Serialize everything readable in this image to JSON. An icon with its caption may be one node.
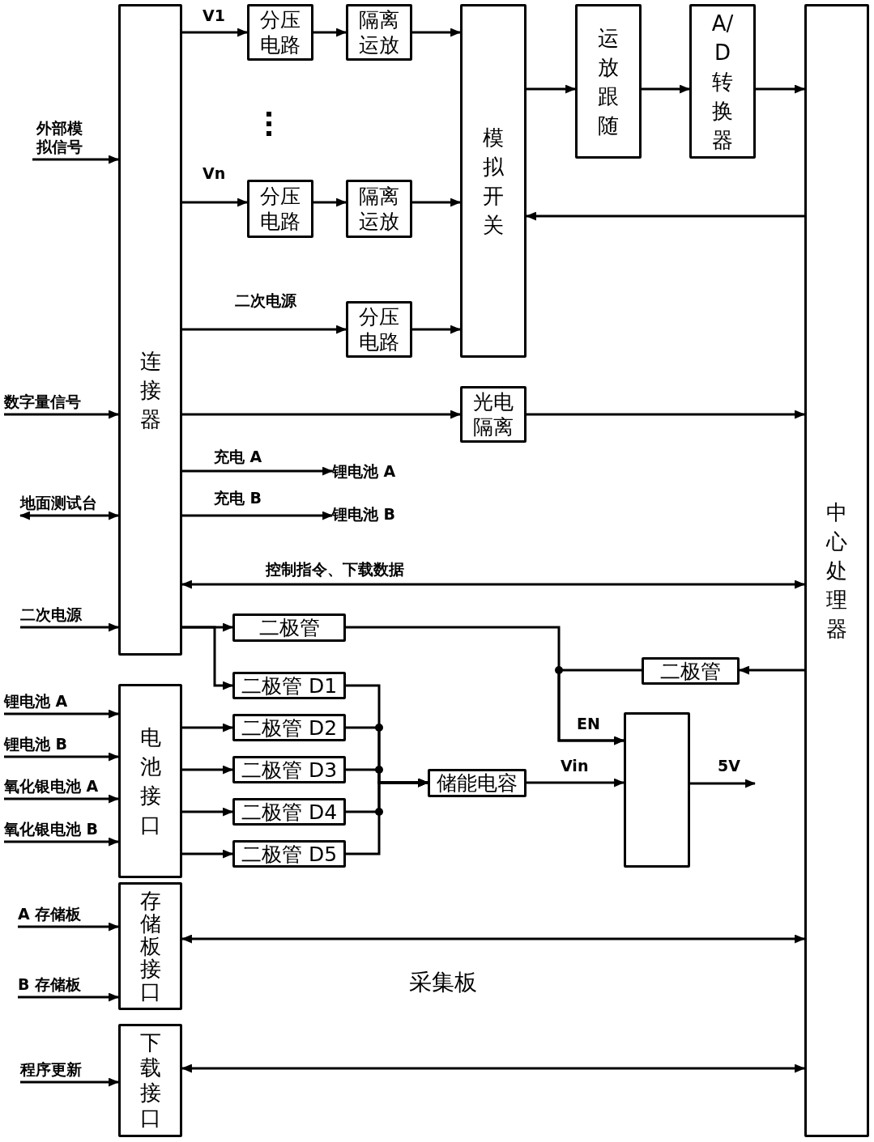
{
  "diagram": {
    "nodes": [
      {
        "text": [
          "连接器"
        ]
      },
      {
        "text": [
          "分压电路"
        ]
      },
      {
        "text": [
          "隔离运放"
        ]
      },
      {
        "text": [
          "分压电路"
        ]
      },
      {
        "text": [
          "隔离运放"
        ]
      },
      {
        "text": [
          "分压电路"
        ]
      },
      {
        "text": [
          "模拟开关"
        ]
      },
      {
        "text": [
          "运放跟随"
        ]
      },
      {
        "text": [
          "A/D转换器"
        ]
      },
      {
        "text": [
          "中心处理器"
        ]
      },
      {
        "text": [
          "光电隔离"
        ]
      },
      {
        "text": [
          "锂电池 A"
        ]
      },
      {
        "text": [
          "锂电池 B"
        ]
      },
      {
        "text": [
          "二极管"
        ]
      },
      {
        "text": [
          "二极管"
        ]
      },
      {
        "text": [
          "二极管 D1"
        ]
      },
      {
        "text": [
          "二极管 D2"
        ]
      },
      {
        "text": [
          "二极管 D3"
        ]
      },
      {
        "text": [
          "二极管 D4"
        ]
      },
      {
        "text": [
          "二极管 D5"
        ]
      },
      {
        "text": [
          "电池接口"
        ]
      },
      {
        "text": [
          "储能电容"
        ]
      },
      {
        "text": [],
        "shape": "box"
      },
      {
        "text": [
          "存储板接口"
        ]
      },
      {
        "text": [
          "下载接口"
        ]
      },
      {
        "text": [
          "外部模拟信号"
        ]
      },
      {
        "text": [
          "数字量信号"
        ]
      },
      {
        "text": [
          "地面测试台"
        ]
      },
      {
        "text": [
          "二次电源"
        ]
      },
      {
        "text": [
          "锂电池 A"
        ]
      },
      {
        "text": [
          "锂电池 B"
        ]
      },
      {
        "text": [
          "氧化银电池 A"
        ]
      },
      {
        "text": [
          "氧化银电池 B"
        ]
      },
      {
        "text": [
          "A 存储板"
        ]
      },
      {
        "text": [
          "B 存储板"
        ]
      },
      {
        "text": [
          "程序更新"
        ]
      }
    ],
    "edges": [
      {
        "from": 25,
        "to": 0,
        "arrow": "to"
      },
      {
        "from": 0,
        "to": 1,
        "arrow": "to",
        "label": "V1"
      },
      {
        "from": 1,
        "to": 2,
        "arrow": "to"
      },
      {
        "from": 2,
        "to": 6,
        "arrow": "to"
      },
      {
        "from": 0,
        "to": 3,
        "arrow": "to",
        "label": "Vn"
      },
      {
        "from": 3,
        "to": 4,
        "arrow": "to"
      },
      {
        "from": 4,
        "to": 6,
        "arrow": "to"
      },
      {
        "from": 0,
        "to": 5,
        "arrow": "to",
        "label": "二次电源"
      },
      {
        "from": 5,
        "to": 6,
        "arrow": "to"
      },
      {
        "from": 6,
        "to": 7,
        "arrow": "to"
      },
      {
        "from": 7,
        "to": 8,
        "arrow": "to"
      },
      {
        "from": 8,
        "to": 9,
        "arrow": "to"
      },
      {
        "from": 9,
        "to": 6,
        "arrow": "to"
      },
      {
        "from": 26,
        "to": 0,
        "arrow": "to"
      },
      {
        "from": 0,
        "to": 10,
        "arrow": "to"
      },
      {
        "from": 10,
        "to": 9,
        "arrow": "to"
      },
      {
        "from": 27,
        "to": 0,
        "arrow": "both"
      },
      {
        "from": 0,
        "to": 11,
        "arrow": "to",
        "label": "充电 A"
      },
      {
        "from": 0,
        "to": 12,
        "arrow": "to",
        "label": "充电 B"
      },
      {
        "from": 0,
        "to": 9,
        "arrow": "both",
        "label": "控制指令、下载数据"
      },
      {
        "from": 28,
        "to": 0,
        "arrow": "to"
      },
      {
        "from": 0,
        "to": 13,
        "arrow": "to"
      },
      {
        "from": 0,
        "to": 15,
        "arrow": "to"
      },
      {
        "from": 13,
        "to": 22,
        "arrow": "to",
        "label": "EN"
      },
      {
        "from": 9,
        "to": 14,
        "arrow": "to"
      },
      {
        "from": 14,
        "to": 22,
        "arrow": "to"
      },
      {
        "from": 29,
        "to": 20,
        "arrow": "to"
      },
      {
        "from": 30,
        "to": 20,
        "arrow": "to"
      },
      {
        "from": 31,
        "to": 20,
        "arrow": "to"
      },
      {
        "from": 32,
        "to": 20,
        "arrow": "to"
      },
      {
        "from": 20,
        "to": 16,
        "arrow": "to"
      },
      {
        "from": 20,
        "to": 17,
        "arrow": "to"
      },
      {
        "from": 20,
        "to": 18,
        "arrow": "to"
      },
      {
        "from": 20,
        "to": 19,
        "arrow": "to"
      },
      {
        "from": 15,
        "to": 21,
        "arrow": "to"
      },
      {
        "from": 16,
        "to": 21,
        "arrow": "to"
      },
      {
        "from": 17,
        "to": 21,
        "arrow": "to"
      },
      {
        "from": 18,
        "to": 21,
        "arrow": "to"
      },
      {
        "from": 19,
        "to": 21,
        "arrow": "to"
      },
      {
        "from": 21,
        "to": 22,
        "arrow": "to",
        "label": "Vin"
      },
      {
        "from": 22,
        "to": null,
        "arrow": "to",
        "label": "5V"
      },
      {
        "from": 23,
        "to": 9,
        "arrow": "both"
      },
      {
        "from": 33,
        "to": 23,
        "arrow": "to"
      },
      {
        "from": 34,
        "to": 23,
        "arrow": "to"
      },
      {
        "from": 24,
        "to": 9,
        "arrow": "both"
      },
      {
        "from": 35,
        "to": 24,
        "arrow": "to"
      }
    ],
    "labels": [
      "采集板"
    ]
  }
}
